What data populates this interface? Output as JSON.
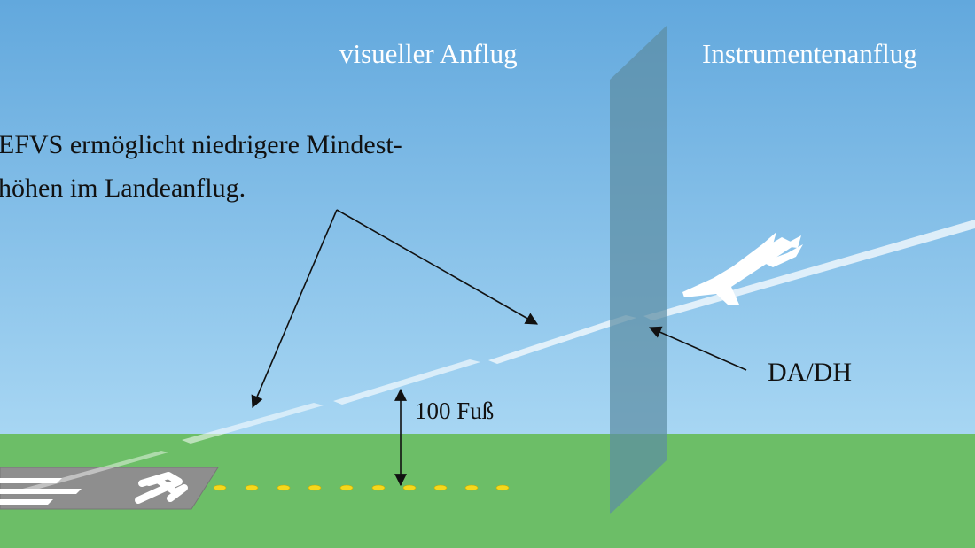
{
  "labels": {
    "visual_approach": "visueller Anflug",
    "instrument_approach": "Instrumentenanflug",
    "efvs_line1": "EFVS ermöglicht niedrigere Mindest-",
    "efvs_line2": "höhen im Landeanflug.",
    "da_dh": "DA/DH",
    "hundred_feet": "100 Fuß"
  },
  "runway": {
    "designator": "27"
  },
  "colors": {
    "sky_top": "#62a8dd",
    "sky_bottom": "#a7d6f3",
    "ground": "#6cbe67",
    "runway": "#8e8e8e",
    "runway_lights": "#f5d81c",
    "decision_plane": "#5d8ea3",
    "glide_path": "#ffffff",
    "aircraft": "#ffffff",
    "arrows": "#111111"
  },
  "icons": {
    "aircraft": "airplane-icon",
    "runway_marking": "runway-number-27"
  }
}
